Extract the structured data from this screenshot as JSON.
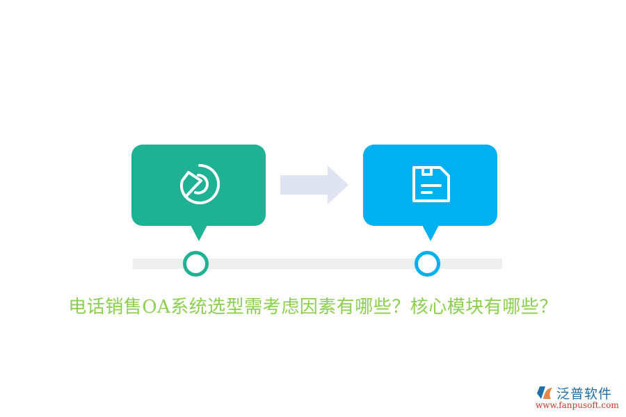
{
  "title": "电话销售OA系统选型需考虑因素有哪些？核心模块有哪些？",
  "steps": [
    {
      "icon": "chart-pie-icon",
      "color": "#1eb193",
      "node_color": "#1eb193"
    },
    {
      "icon": "floppy-disk-icon",
      "color": "#00b0f0",
      "node_color": "#00b0f0"
    }
  ],
  "arrow_color": "#e0e3f1",
  "track_color": "#eeeeee",
  "title_color": "#8ccf4f",
  "logo": {
    "name": "泛普软件",
    "url": "www.fanpusoft.com"
  }
}
